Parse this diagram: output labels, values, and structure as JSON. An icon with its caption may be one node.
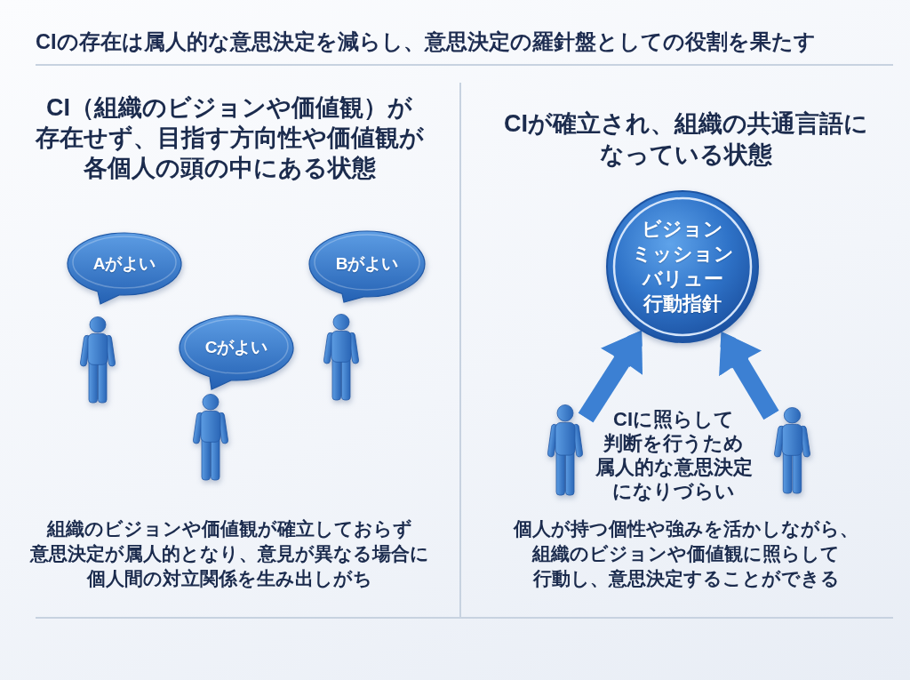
{
  "diagram": {
    "title": "CIの存在は属人的な意思決定を減らし、意思決定の羅針盤としての役割を果たす",
    "nodes": [
      {
        "text": [
          "Aがよい"
        ]
      },
      {
        "text": [
          "Bがよい"
        ]
      },
      {
        "text": [
          "Cがよい"
        ]
      },
      {
        "text": [],
        "shape": "person"
      },
      {
        "text": [],
        "shape": "person"
      },
      {
        "text": [],
        "shape": "person"
      },
      {
        "text": [
          "ビジョン",
          "ミッション",
          "バリュー",
          "行動指針"
        ]
      },
      {
        "text": [],
        "shape": "person"
      },
      {
        "text": [],
        "shape": "person"
      }
    ],
    "edges": [
      {
        "from": 7,
        "to": 6,
        "arrow": "to"
      },
      {
        "from": 8,
        "to": 6,
        "arrow": "to"
      }
    ],
    "labels": [
      "CI（組織のビジョンや価値観）が存在せず、目指す方向性や価値観が各個人の頭の中にある状態",
      "CIが確立され、組織の共通言語になっている状態",
      "CIに照らして判断を行うため属人的な意思決定になりづらい",
      "組織のビジョンや価値観が確立しておらず意思決定が属人的となり、意見が異なる場合に個人間の対立関係を生み出しがち",
      "個人が持つ個性や強みを活かしながら、組織のビジョンや価値観に照らして行動し、意思決定することができる"
    ]
  }
}
